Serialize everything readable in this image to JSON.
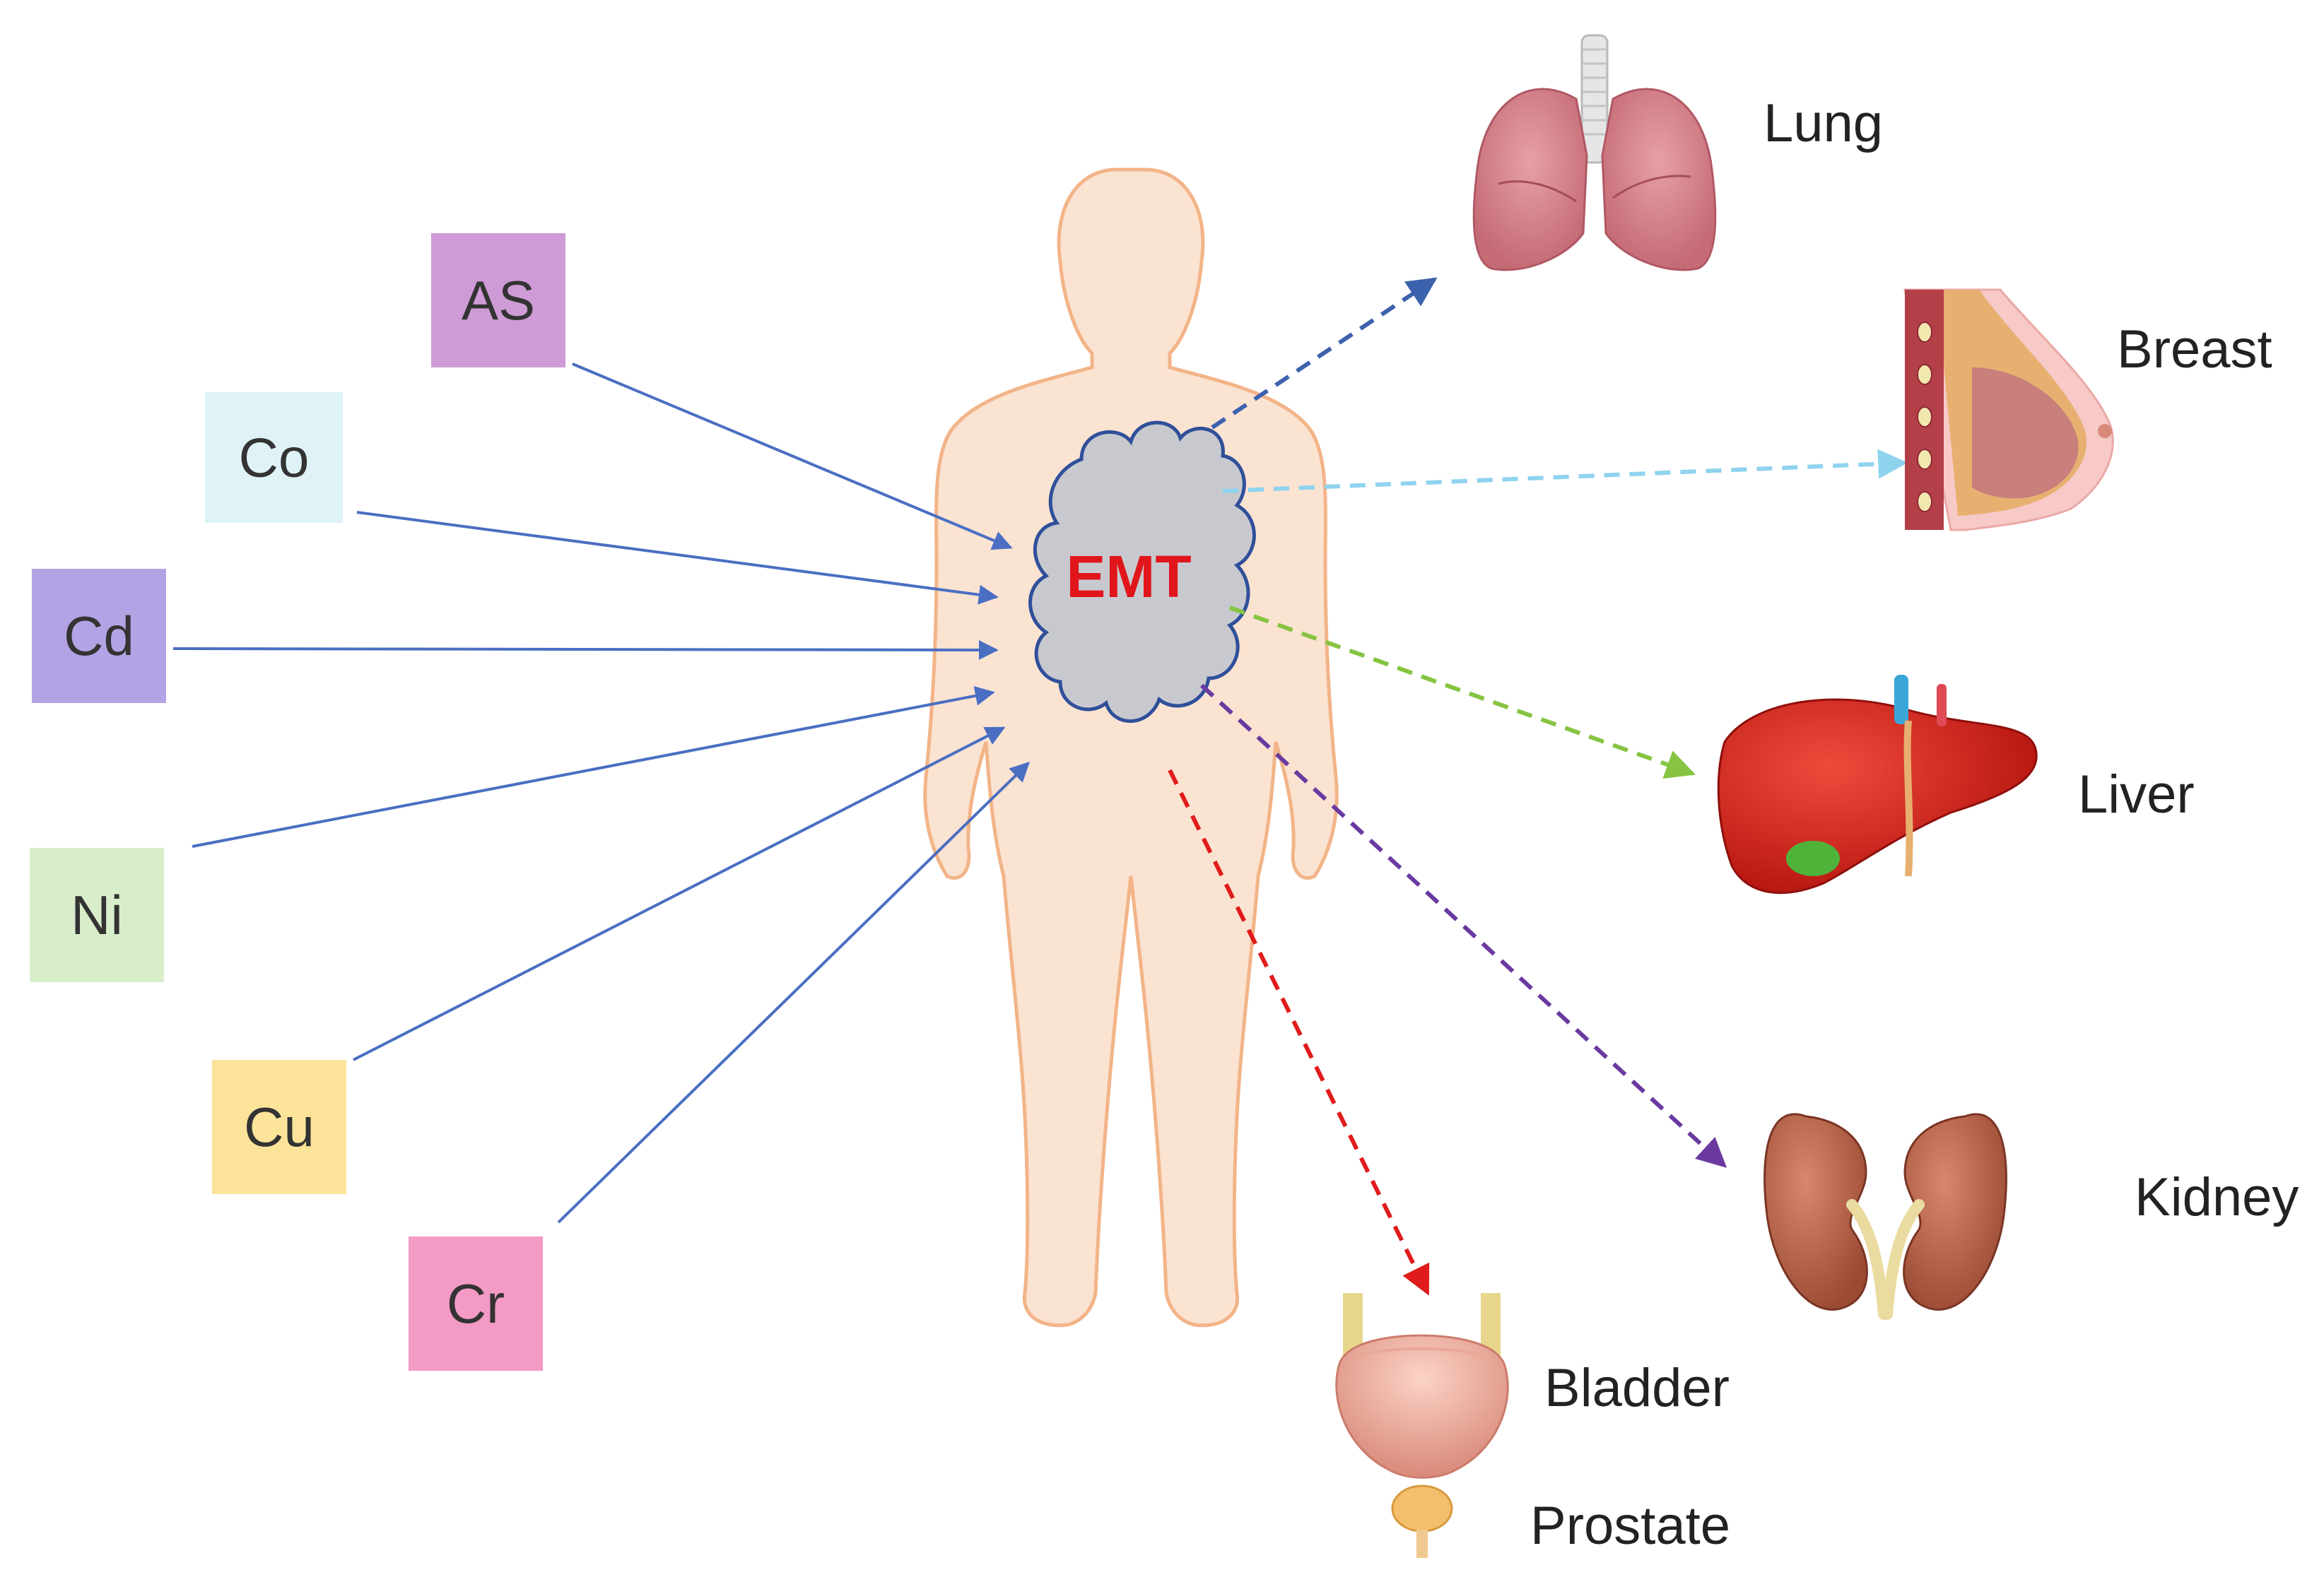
{
  "center": {
    "label": "EMT",
    "label_color": "#e0161b",
    "cloud_fill": "#c8c9cf",
    "cloud_stroke": "#2f4f9a",
    "body_fill": "#fbe3d2",
    "body_stroke": "#f2b488"
  },
  "metals": [
    {
      "label": "AS",
      "color": "#cf9bd6"
    },
    {
      "label": "Co",
      "color": "#dff3f7"
    },
    {
      "label": "Cd",
      "color": "#b3a3e5"
    },
    {
      "label": "Ni",
      "color": "#d8eecb"
    },
    {
      "label": "Cu",
      "color": "#fbe49a"
    },
    {
      "label": "Cr",
      "color": "#f39ac5"
    }
  ],
  "metal_arrow_color": "#4a6fc2",
  "organs": [
    {
      "label": "Lung",
      "icon": "lung-icon",
      "arrow_color": "#3d62ad"
    },
    {
      "label": "Breast",
      "icon": "breast-icon",
      "arrow_color": "#8fd3ef"
    },
    {
      "label": "Liver",
      "icon": "liver-icon",
      "arrow_color": "#86c441"
    },
    {
      "label": "Kidney",
      "icon": "kidney-icon",
      "arrow_color": "#6a3aa0"
    },
    {
      "label": "Bladder",
      "icon": "bladder-icon",
      "arrow_color": "#e01b1b"
    },
    {
      "label": "Prostate",
      "icon": "prostate-icon"
    }
  ]
}
